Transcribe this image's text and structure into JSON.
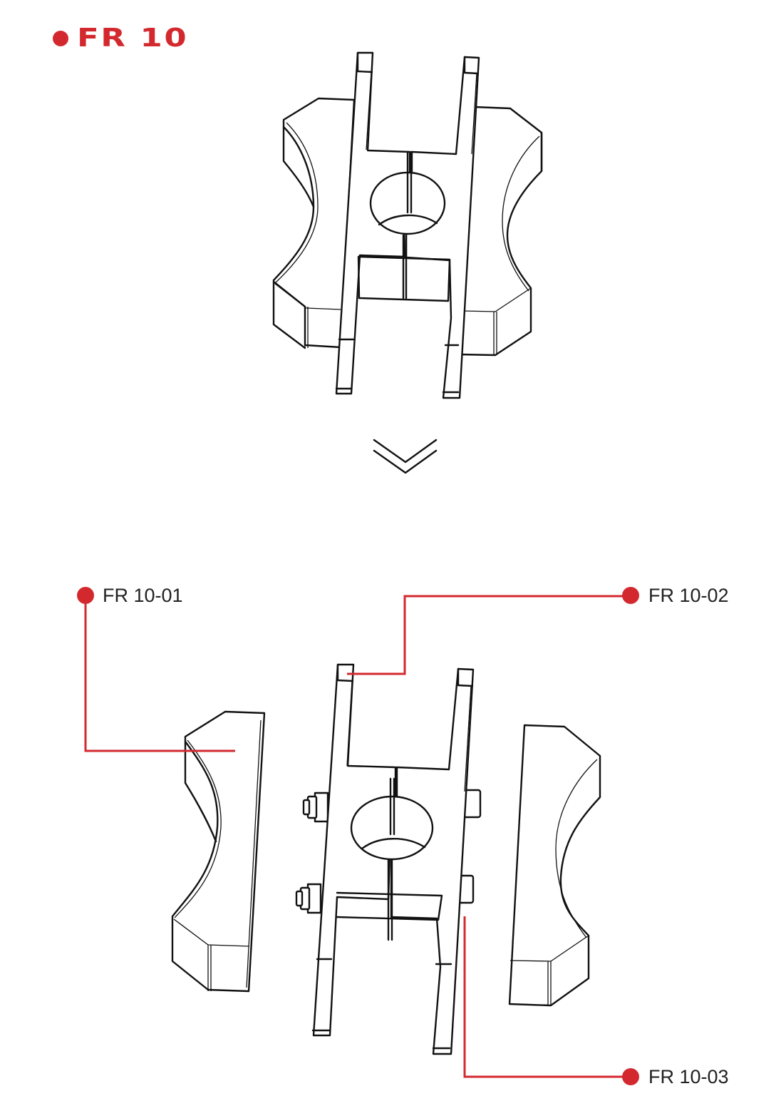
{
  "header": {
    "title": "FR 10",
    "accent_color": "#d3292e"
  },
  "assembled_view": {
    "description": "assembled clamp drawing",
    "arrow_icon": "double-chevron-down-icon"
  },
  "exploded_view": {
    "callouts": [
      {
        "id": "part-01",
        "label": "FR 10-01",
        "target": "left clamp block"
      },
      {
        "id": "part-02",
        "label": "FR 10-02",
        "target": "H-frame bracket"
      },
      {
        "id": "part-03",
        "label": "FR 10-03",
        "target": "bolts and nuts"
      }
    ]
  },
  "colors": {
    "accent": "#d3292e",
    "line": "#111111",
    "label_text": "#222222",
    "background": "#ffffff"
  }
}
